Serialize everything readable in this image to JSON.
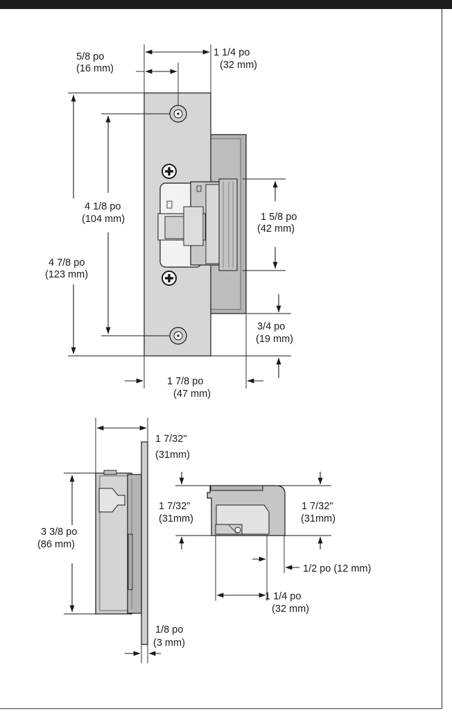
{
  "colors": {
    "top_bar": "#1c1c1c",
    "border": "#555555",
    "faceplate": "#d6d6d6",
    "body_light": "#cccccc",
    "body_dark": "#a9a9a9",
    "stroke": "#1a1a1a"
  },
  "dims": {
    "width_fraction": [
      "5/8 po",
      "(16 mm)"
    ],
    "width_total": [
      "1 1/4 po",
      "(32 mm)"
    ],
    "hole_spacing": [
      "4 1/8 po",
      "(104 mm)"
    ],
    "plate_height": [
      "4 7/8 po",
      "(123 mm)"
    ],
    "keeper_height": [
      "1 5/8 po",
      "(42 mm)"
    ],
    "keeper_offset": [
      "3/4 po",
      "(19 mm)"
    ],
    "overall_width": [
      "1 7/8 po",
      "(47 mm)"
    ],
    "side_depth": [
      "1 7/32\"",
      "(31mm)"
    ],
    "side_height": [
      "3 3/8 po",
      "(86 mm)"
    ],
    "plate_thickness": [
      "1/8 po",
      "(3 mm)"
    ],
    "end_left": [
      "1 7/32\"",
      "(31mm)"
    ],
    "end_right": [
      "1 7/32\"",
      "(31mm)"
    ],
    "end_offset": "1/2 po (12 mm)",
    "end_width": [
      "1 1/4 po",
      "(32 mm)"
    ]
  }
}
